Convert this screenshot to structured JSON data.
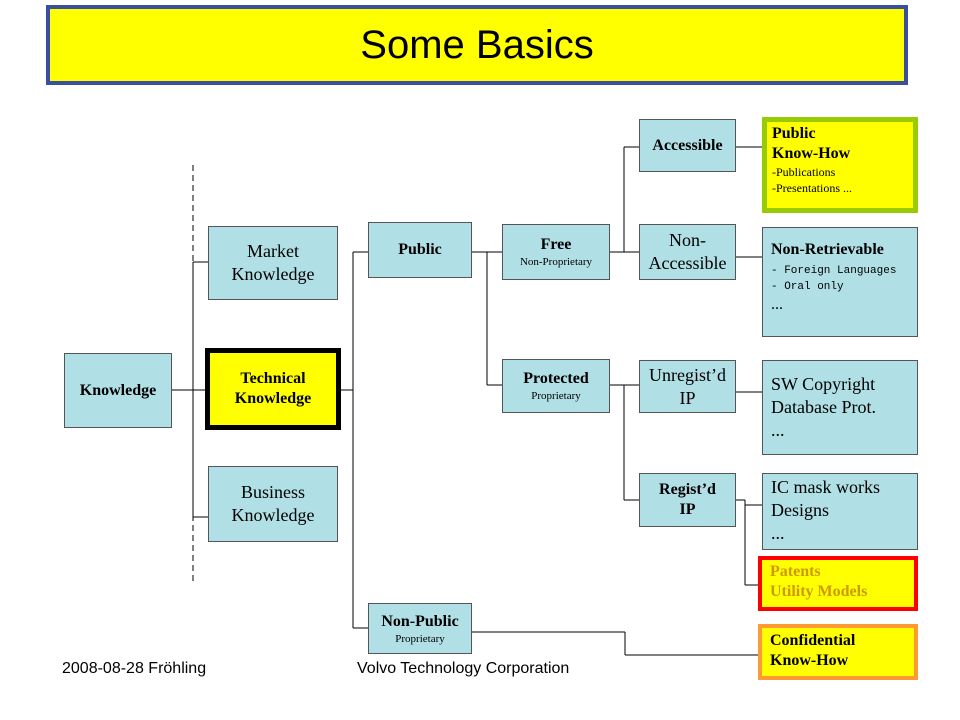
{
  "title": "Some Basics",
  "nodes": {
    "knowledge": "Knowledge",
    "market": [
      "Market",
      "Knowledge"
    ],
    "technical": [
      "Technical",
      "Knowledge"
    ],
    "business": [
      "Business",
      "Knowledge"
    ],
    "public": "Public",
    "non_public": {
      "title": "Non-Public",
      "sub": "Proprietary"
    },
    "free": {
      "title": "Free",
      "sub": "Non-Proprietary"
    },
    "protected": {
      "title": "Protected",
      "sub": "Proprietary"
    },
    "accessible": "Accessible",
    "non_accessible": [
      "Non-",
      "Accessible"
    ],
    "unregistered": [
      "Unregist’d",
      "IP"
    ],
    "registered": [
      "Regist’d",
      "IP"
    ]
  },
  "leaves": {
    "public_know_how": {
      "lines": [
        "Public",
        "Know-How"
      ],
      "items": [
        "-Publications",
        "-Presentations ..."
      ]
    },
    "non_retrievable": {
      "title": "Non-Retrievable",
      "items": [
        "- Foreign Languages",
        "- Oral only"
      ],
      "more": "..."
    },
    "sw_copyright": [
      "SW Copyright",
      "Database Prot.",
      "..."
    ],
    "ic_mask": [
      "IC mask works",
      "Designs",
      "..."
    ],
    "patents": [
      "Patents",
      "Utility Models"
    ],
    "confidential": [
      "Confidential",
      "Know-How"
    ]
  },
  "colors": {
    "node_fill": "#b0dfe5",
    "highlight_yellow": "#ffff00",
    "green_border": "#99cc00",
    "red_border": "#ff0000",
    "orange_border": "#ff9933",
    "title_border": "#3a4fa0",
    "patents_text": "#cc9900"
  },
  "footer": {
    "left": "2008-08-28 Fröhling",
    "center": "Volvo Technology Corporation"
  }
}
